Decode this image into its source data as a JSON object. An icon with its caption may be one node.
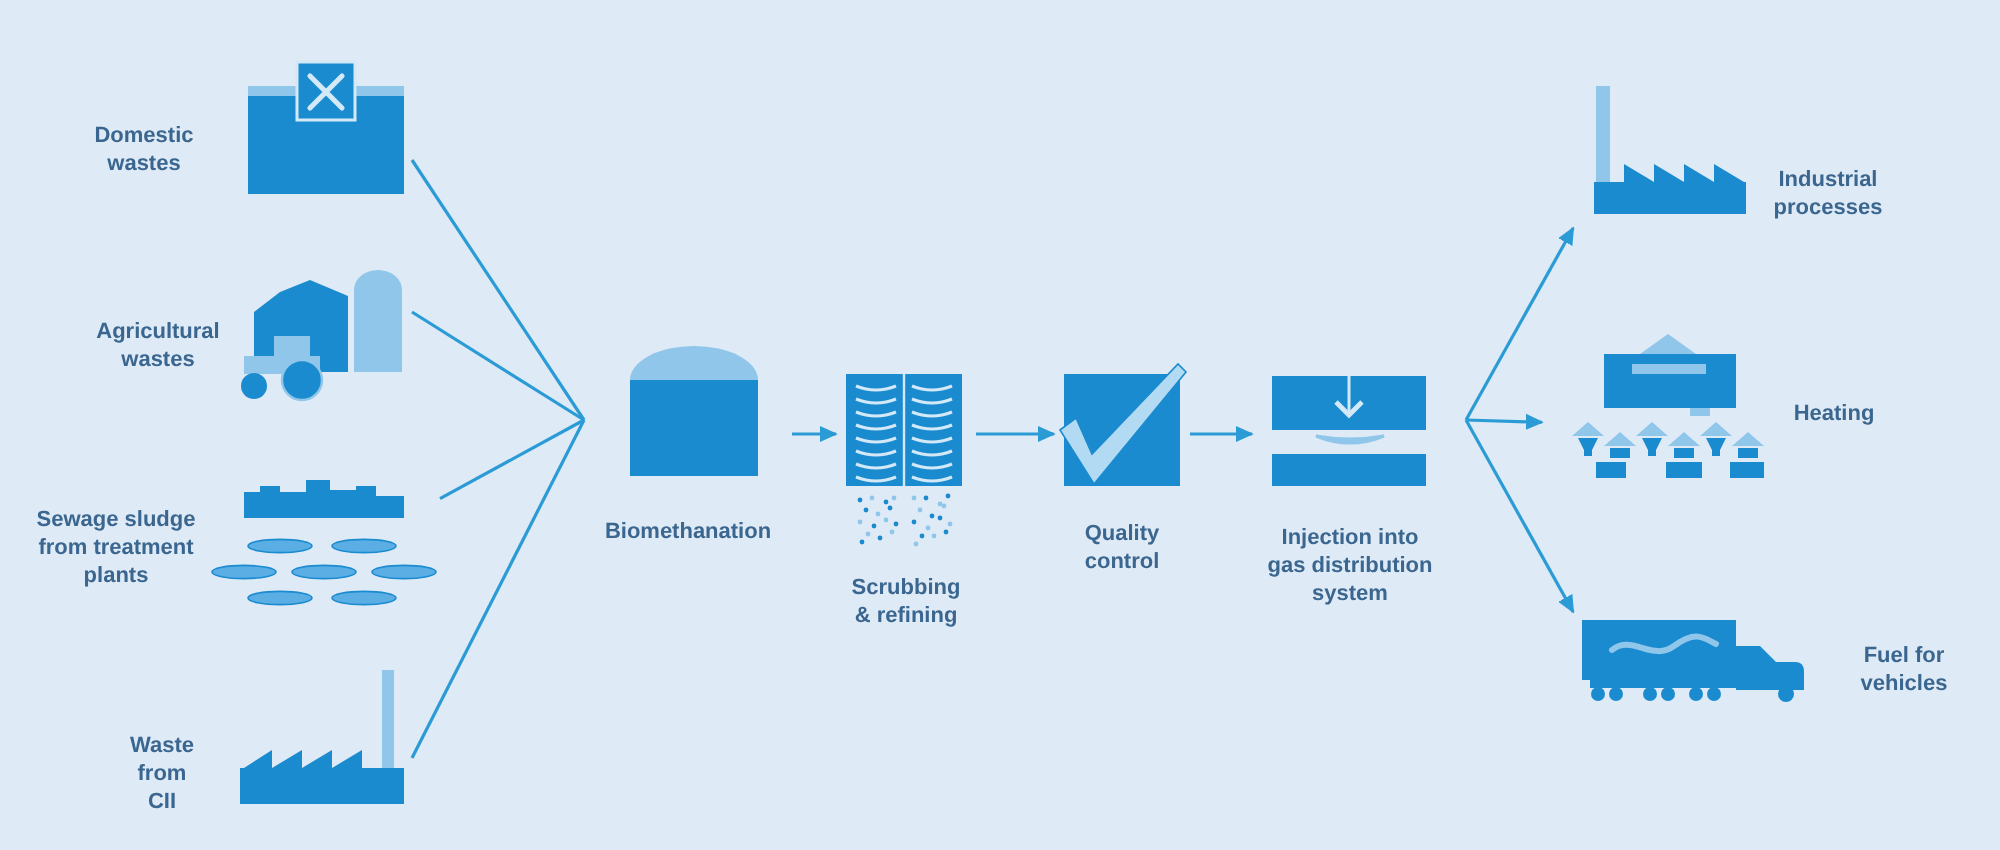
{
  "diagram": {
    "nodes": [
      {
        "text": [
          "Domestic wastes"
        ]
      },
      {
        "text": [
          "Agricultural wastes"
        ]
      },
      {
        "text": [
          "Sewage sludge from treatment plants"
        ]
      },
      {
        "text": [
          "Waste from CII"
        ]
      },
      {
        "text": [
          "Biomethanation"
        ]
      },
      {
        "text": [
          "Scrubbing & refining"
        ]
      },
      {
        "text": [
          "Quality control"
        ]
      },
      {
        "text": [
          "Injection into gas distribution system"
        ]
      },
      {
        "text": [
          "Industrial processes"
        ]
      },
      {
        "text": [
          "Heating"
        ]
      },
      {
        "text": [
          "Fuel for vehicles"
        ]
      }
    ],
    "edges": [
      {
        "from": 0,
        "to": 4,
        "arrow": "none"
      },
      {
        "from": 1,
        "to": 4,
        "arrow": "none"
      },
      {
        "from": 2,
        "to": 4,
        "arrow": "none"
      },
      {
        "from": 3,
        "to": 4,
        "arrow": "none"
      },
      {
        "from": 4,
        "to": 5,
        "arrow": "to"
      },
      {
        "from": 5,
        "to": 6,
        "arrow": "to"
      },
      {
        "from": 6,
        "to": 7,
        "arrow": "to"
      },
      {
        "from": 7,
        "to": 8,
        "arrow": "to"
      },
      {
        "from": 7,
        "to": 9,
        "arrow": "to"
      },
      {
        "from": 7,
        "to": 10,
        "arrow": "to"
      }
    ]
  }
}
